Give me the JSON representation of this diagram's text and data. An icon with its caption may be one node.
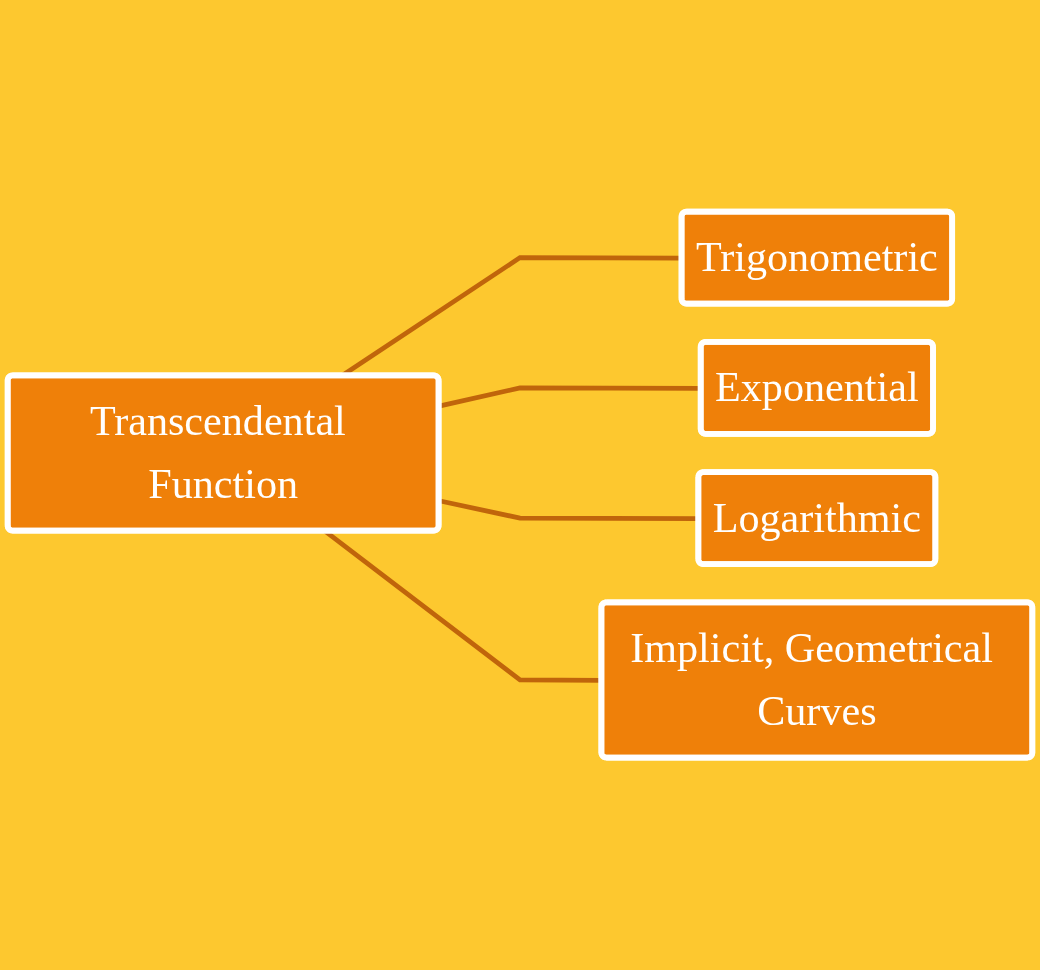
{
  "diagram": {
    "nodes": [
      {
        "text": [
          "Transcendental Function"
        ]
      },
      {
        "text": [
          "Trigonometric"
        ]
      },
      {
        "text": [
          "Exponential"
        ]
      },
      {
        "text": [
          "Logarithmic"
        ]
      },
      {
        "text": [
          "Implicit, Geometrical Curves"
        ]
      }
    ],
    "edges": [
      {
        "from": 0,
        "to": 1,
        "arrow": "none"
      },
      {
        "from": 0,
        "to": 2,
        "arrow": "none"
      },
      {
        "from": 0,
        "to": 3,
        "arrow": "none"
      },
      {
        "from": 0,
        "to": 4,
        "arrow": "none"
      }
    ]
  }
}
